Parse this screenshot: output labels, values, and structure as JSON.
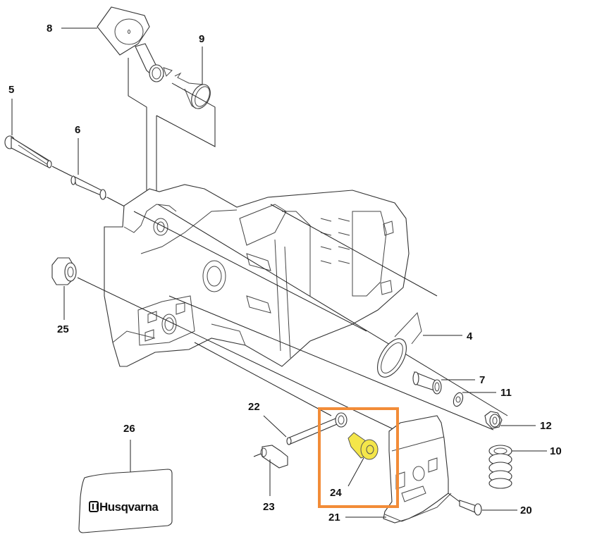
{
  "diagram": {
    "title": "Husqvarna chain brake / clutch cover exploded parts diagram",
    "highlight_color": "#f28c38",
    "highlighted_part_color": "#f4e64a",
    "highlighted_part": "24",
    "callouts": [
      {
        "id": "c4",
        "number": "4"
      },
      {
        "id": "c5",
        "number": "5"
      },
      {
        "id": "c6",
        "number": "6"
      },
      {
        "id": "c7",
        "number": "7"
      },
      {
        "id": "c8",
        "number": "8"
      },
      {
        "id": "c9",
        "number": "9"
      },
      {
        "id": "c10",
        "number": "10"
      },
      {
        "id": "c11",
        "number": "11"
      },
      {
        "id": "c12",
        "number": "12"
      },
      {
        "id": "c20",
        "number": "20"
      },
      {
        "id": "c21",
        "number": "21"
      },
      {
        "id": "c22",
        "number": "22"
      },
      {
        "id": "c23",
        "number": "23"
      },
      {
        "id": "c24",
        "number": "24"
      },
      {
        "id": "c25",
        "number": "25"
      },
      {
        "id": "c26",
        "number": "26"
      }
    ],
    "decal_logo": "Husqvarna"
  }
}
